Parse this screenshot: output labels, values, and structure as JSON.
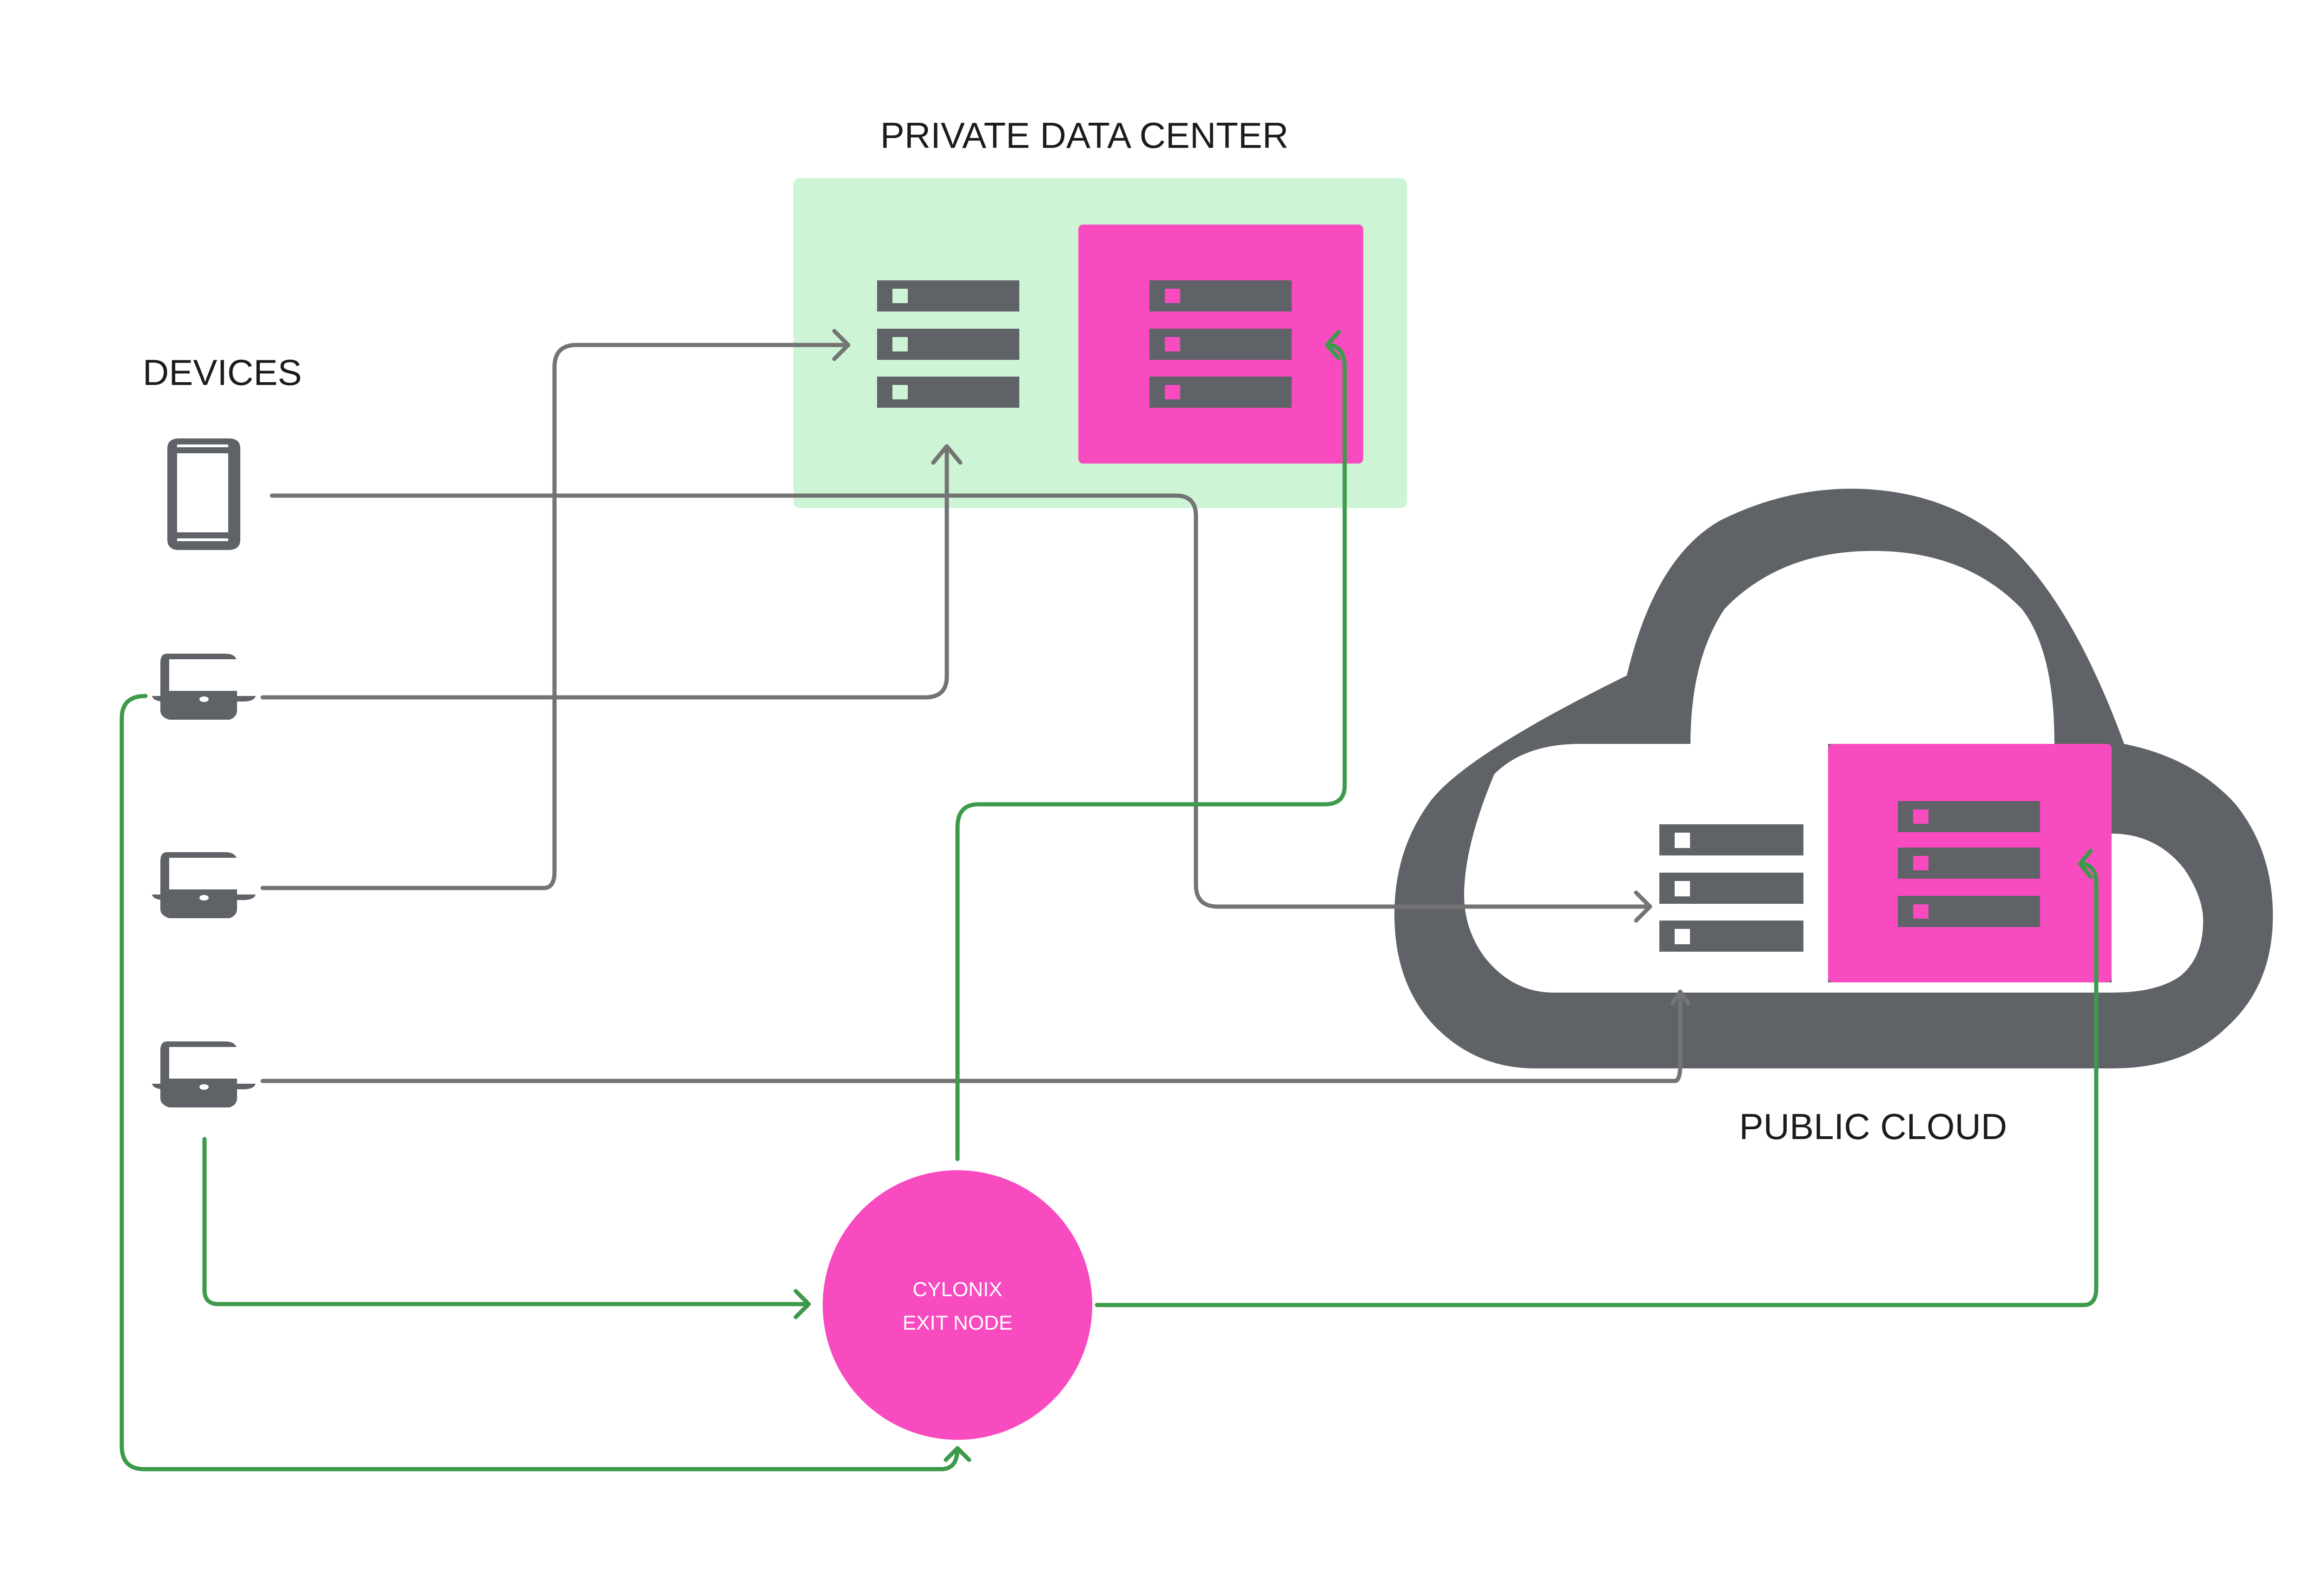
{
  "colors": {
    "private_dc_bg": "#cdf5d5",
    "highlight_pink": "#f84bbf",
    "icon_gray": "#5f6267",
    "wire_gray": "#747474",
    "wire_green": "#3d9a4b",
    "text_dark": "#1c1c1c"
  },
  "labels": {
    "devices": "DEVICES",
    "private_data_center": "PRIVATE DATA CENTER",
    "public_cloud": "PUBLIC CLOUD",
    "exit_node_line1": "CYLONIX",
    "exit_node_line2": "EXIT NODE"
  },
  "devices": [
    {
      "id": "phone",
      "icon": "phone-icon"
    },
    {
      "id": "laptop-1",
      "icon": "laptop-icon"
    },
    {
      "id": "laptop-2",
      "icon": "laptop-icon"
    },
    {
      "id": "laptop-3",
      "icon": "laptop-icon"
    }
  ],
  "zones": [
    {
      "id": "private-data-center",
      "server_groups": [
        "private-servers",
        "private-protected-servers"
      ]
    },
    {
      "id": "public-cloud",
      "server_groups": [
        "cloud-servers",
        "cloud-protected-servers"
      ]
    }
  ],
  "connections": [
    {
      "from": "phone",
      "to": "cloud-servers",
      "style": "direct"
    },
    {
      "from": "laptop-1",
      "to": "private-servers",
      "style": "direct"
    },
    {
      "from": "laptop-2",
      "to": "private-servers",
      "style": "direct"
    },
    {
      "from": "laptop-3",
      "to": "cloud-servers",
      "style": "direct"
    },
    {
      "from": "laptop-1",
      "to": "exit-node",
      "style": "via-exit-node"
    },
    {
      "from": "laptop-3",
      "to": "exit-node",
      "style": "via-exit-node"
    },
    {
      "from": "exit-node",
      "to": "private-protected-servers",
      "style": "via-exit-node"
    },
    {
      "from": "exit-node",
      "to": "cloud-protected-servers",
      "style": "via-exit-node"
    }
  ]
}
